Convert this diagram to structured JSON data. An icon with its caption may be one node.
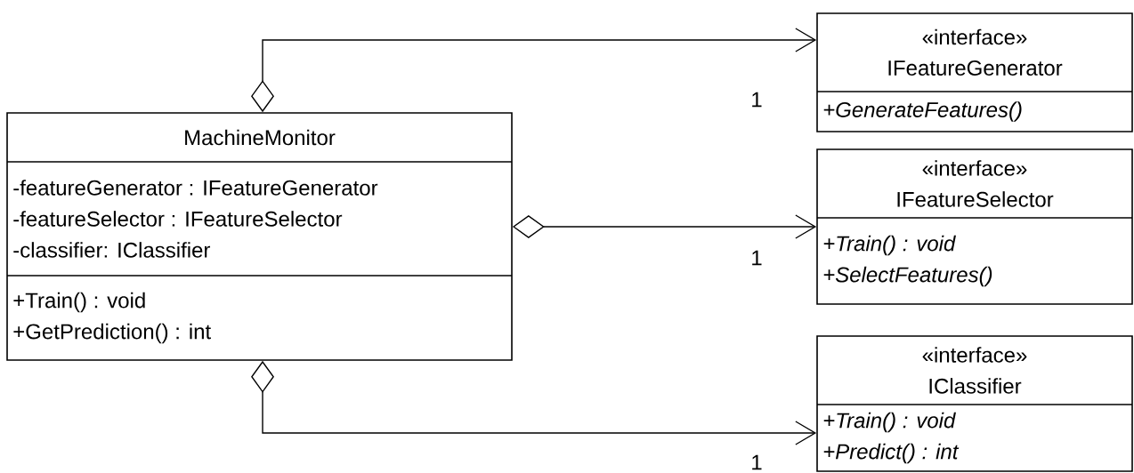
{
  "diagram": {
    "nodes": [
      {
        "text": [
          "MachineMonitor",
          "-featureGenerator : IFeatureGenerator",
          "-featureSelector : IFeatureSelector",
          "-classifier: IClassifier",
          "+Train() : void",
          "+GetPrediction() : int"
        ]
      },
      {
        "text": [
          "«interface»",
          "IFeatureGenerator",
          "+GenerateFeatures()"
        ]
      },
      {
        "text": [
          "«interface»",
          "IFeatureSelector",
          "+Train() : void",
          "+SelectFeatures()"
        ]
      },
      {
        "text": [
          "«interface»",
          "IClassifier",
          "+Train() : void",
          "+Predict() : int"
        ]
      }
    ],
    "edges": [
      {
        "from": 0,
        "to": 1,
        "arrow": "to",
        "label": "1"
      },
      {
        "from": 0,
        "to": 2,
        "arrow": "to",
        "label": "1"
      },
      {
        "from": 0,
        "to": 3,
        "arrow": "to",
        "label": "1"
      }
    ]
  }
}
